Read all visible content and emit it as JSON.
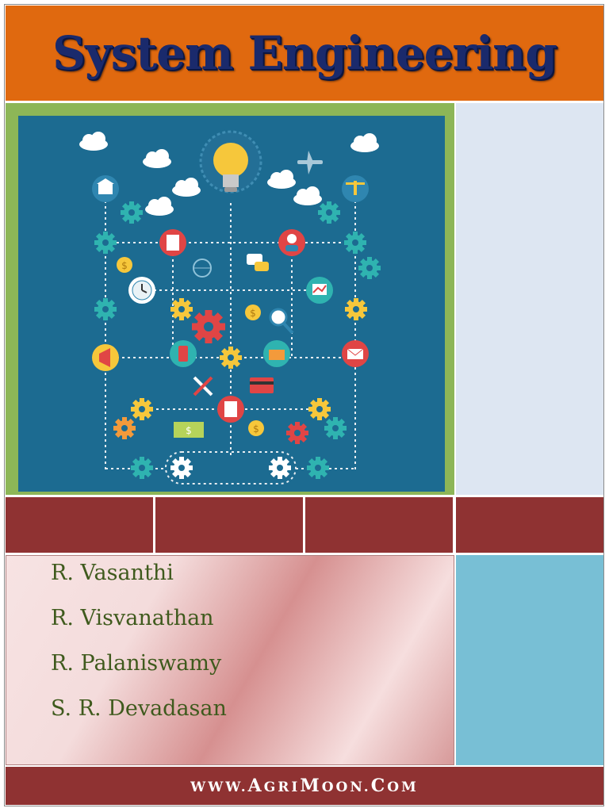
{
  "cover": {
    "title": "System Engineering",
    "authors": [
      "R. Vasanthi",
      "R. Visvanathan",
      "R. Palaniswamy",
      "S. R. Devadasan"
    ],
    "footer": {
      "parts": [
        {
          "text": "WWW.",
          "cap": false
        },
        {
          "text": "A",
          "cap": true
        },
        {
          "text": "GRI",
          "cap": false
        },
        {
          "text": "M",
          "cap": true
        },
        {
          "text": "OON.",
          "cap": false
        },
        {
          "text": "C",
          "cap": true
        },
        {
          "text": "OM",
          "cap": false
        }
      ]
    },
    "illustration": {
      "icons": [
        "lightbulb-icon",
        "cloud-icon",
        "airplane-icon",
        "bank-icon",
        "scales-icon",
        "gear-icon",
        "clipboard-icon",
        "user-icon",
        "dollar-coin-icon",
        "clock-icon",
        "globe-icon",
        "chat-icon",
        "chart-icon",
        "magnifier-icon",
        "megaphone-icon",
        "phone-icon",
        "briefcase-icon",
        "mail-icon",
        "tools-icon",
        "credit-card-icon",
        "calculator-icon",
        "banknote-icon",
        "conveyor-icon"
      ]
    }
  },
  "colors": {
    "title_band": "#e0690f",
    "title_text": "#1a2a6c",
    "image_frame": "#8db657",
    "image_bg": "#1c6b91",
    "band": "#8f3232",
    "author_text": "#3f5a1d",
    "blue_pane": "#78bfd5",
    "right_pane": "#dde6f2"
  }
}
